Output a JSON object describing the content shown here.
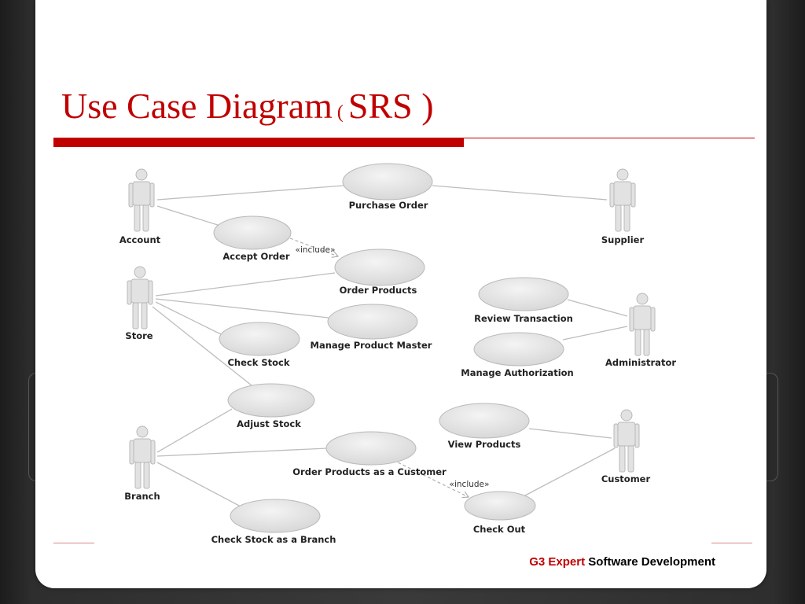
{
  "slide": {
    "title_main": "Use Case Diagram",
    "title_open_paren": "(",
    "title_rest": "SRS )",
    "footer_brand": "G3 Expert",
    "footer_text": "Software Development",
    "accent_color": "#c00000"
  },
  "diagram": {
    "actors": {
      "account": "Account",
      "supplier": "Supplier",
      "store": "Store",
      "administrator": "Administrator",
      "branch": "Branch",
      "customer": "Customer"
    },
    "use_cases": {
      "purchase_order": "Purchase Order",
      "accept_order": "Accept Order",
      "order_products": "Order Products",
      "review_transaction": "Review Transaction",
      "manage_product_master": "Manage Product Master",
      "check_stock": "Check Stock",
      "manage_authorization": "Manage Authorization",
      "adjust_stock": "Adjust Stock",
      "view_products": "View Products",
      "order_products_customer": "Order Products as a Customer",
      "check_out": "Check Out",
      "check_stock_branch": "Check Stock as a Branch"
    },
    "relations": {
      "include_1": "«include»",
      "include_2": "«include»"
    }
  }
}
